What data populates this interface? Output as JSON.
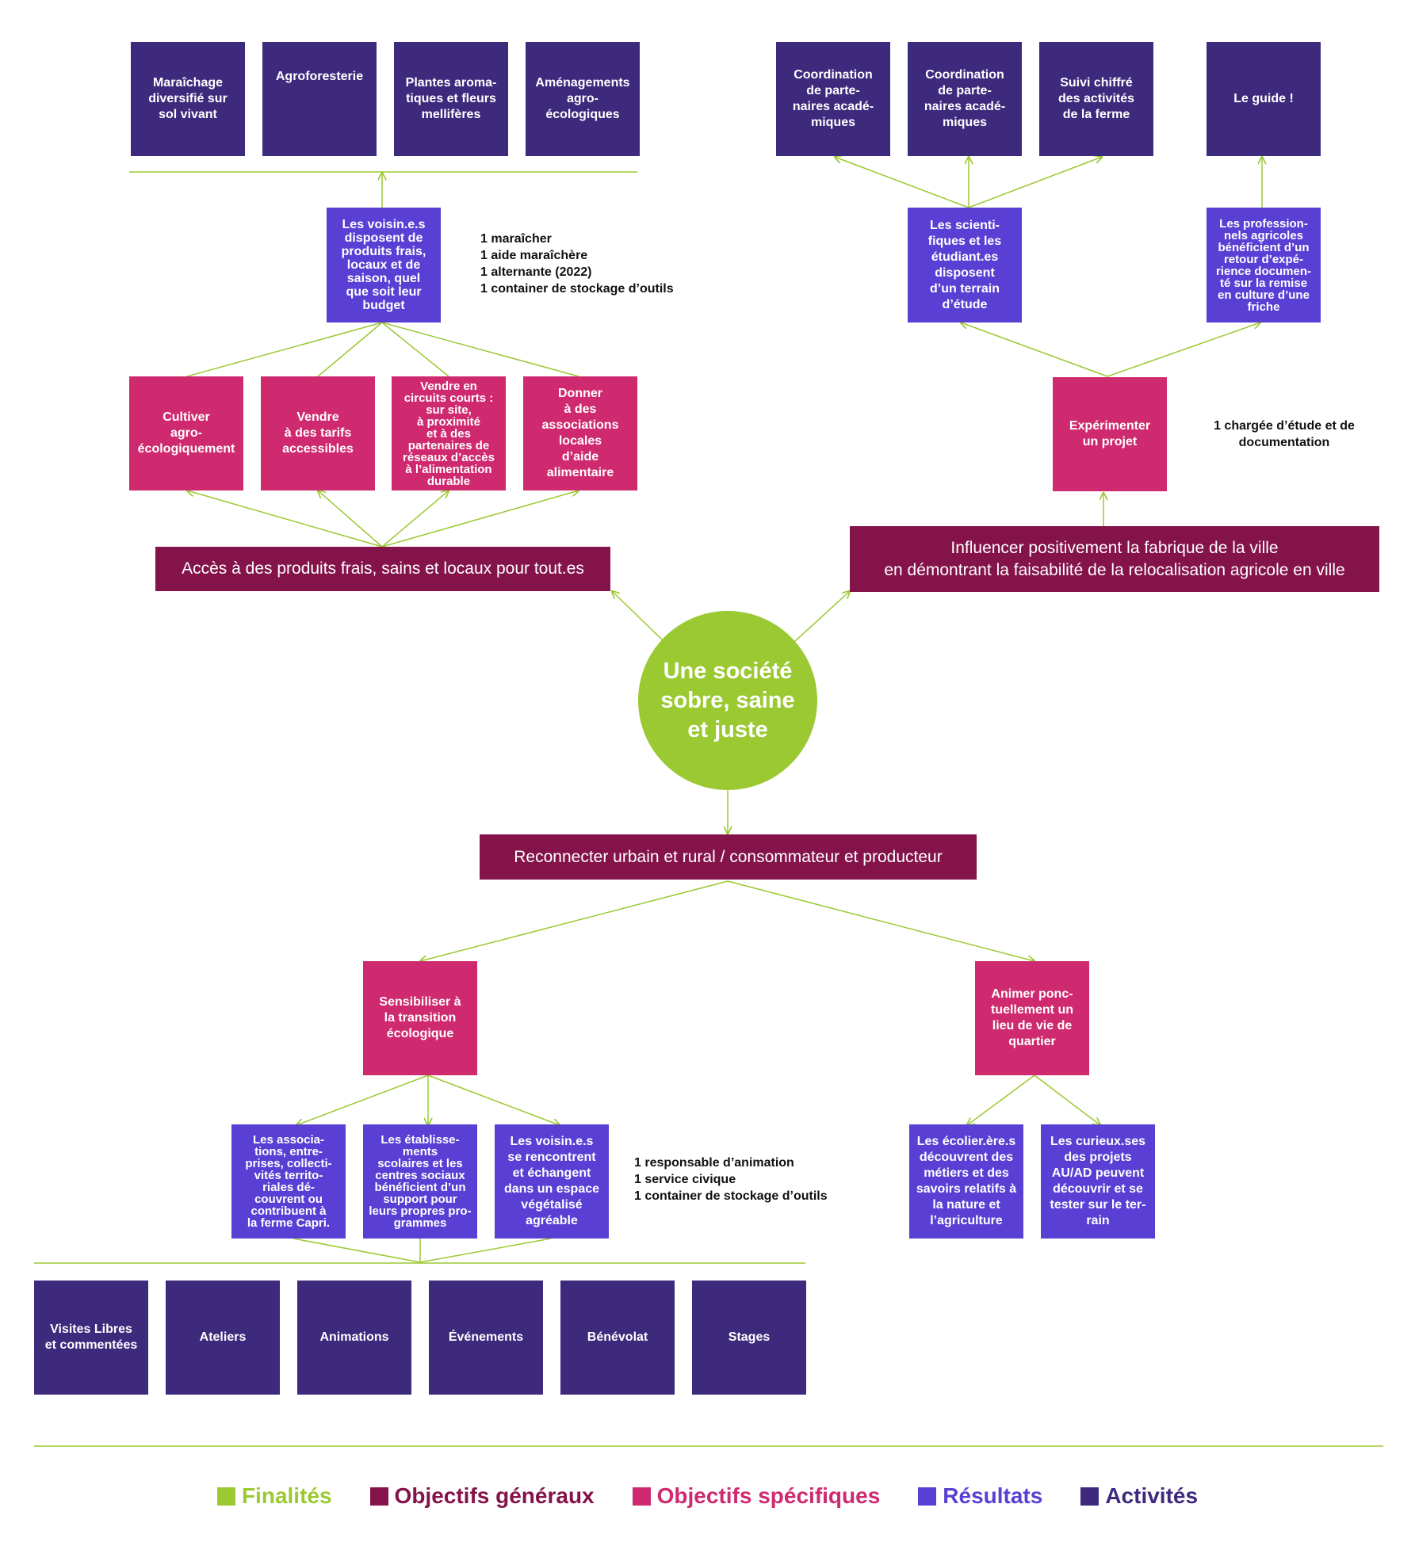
{
  "finality": {
    "label": "Une société\nsobre, saine\net juste"
  },
  "general_objectives": {
    "acces": "Accès à des produits frais, sains et locaux pour tout.es",
    "influencer": "Influencer positivement la fabrique de la ville\nen démontrant la faisabilité de la relocalisation agricole en ville",
    "reconnecter": "Reconnecter urbain et rural / consommateur et producteur"
  },
  "specific_objectives": {
    "cultiver": "Cultiver\nagro-\nécologiquement",
    "vendre_tarifs": "Vendre\nà des tarifs\naccessibles",
    "vendre_circuits": "Vendre en\ncircuits courts :\nsur site,\nà proximité\net à des\npartenaires de\nréseaux d’accès\nà l’alimentation\ndurable",
    "donner": "Donner\nà des\nassociations\nlocales\nd’aide\nalimentaire",
    "experimenter": "Expérimenter\nun projet",
    "sensibiliser": "Sensibiliser à\nla transition\nécologique",
    "animer": "Animer ponc-\ntuellement un\nlieu de vie de\nquartier"
  },
  "results": {
    "voisins_produits": "Les voisin.e.s\ndisposent de\nproduits frais,\nlocaux et de\nsaison, quel\nque soit leur\nbudget",
    "scientifiques": "Les scienti-\nfiques et les\nétudiant.es\ndisposent\nd’un terrain\nd’étude",
    "professionnels": "Les profession-\nnels agricoles\nbénéficient d’un\nretour d’expé-\nrience documen-\nté sur la remise\nen culture d’une\nfriche",
    "associations": "Les associa-\ntions, entre-\nprises, collecti-\nvités territo-\nriales dé-\ncouvrent ou\ncontribuent à\nla ferme Capri.",
    "etablissements": "Les établisse-\nments\nscolaires et les\ncentres sociaux\nbénéficient d’un\nsupport pour\nleurs propres pro-\ngrammes",
    "voisins_echangent": "Les voisin.e.s\nse rencontrent\net échangent\ndans un espace\nvégétalisé\nagréable",
    "ecoliers": "Les écolier.ère.s\ndécouvrent des\nmétiers et des\nsavoirs relatifs à\nla nature et\nl’agriculture",
    "curieux": "Les curieux.ses\ndes projets\nAU/AD peuvent\ndécouvrir et se\ntester sur le ter-\nrain"
  },
  "activities": {
    "top_left": [
      "Maraîchage\ndiversifié sur\nsol vivant",
      "Agroforesterie",
      "Plantes aroma-\ntiques et fleurs\nmellifères",
      "Aménagements\nagro-\nécologiques"
    ],
    "top_right": [
      "Coordination\nde parte-\nnaires acadé-\nmiques",
      "Coordination\nde parte-\nnaires acadé-\nmiques",
      "Suivi chiffré\ndes activités\nde la ferme",
      "Le guide !"
    ],
    "bottom": [
      "Visites Libres\net commentées",
      "Ateliers",
      "Animations",
      "Événements",
      "Bénévolat",
      "Stages"
    ]
  },
  "notes": {
    "maraichage_resources": "1 maraîcher\n1 aide maraîchère\n1 alternante (2022)\n1 container de stockage d’outils",
    "etude_resources": "1 chargée d’étude et de\ndocumentation",
    "animation_resources": "1 responsable d’animation\n1 service civique\n1 container de stockage d’outils"
  },
  "legend": [
    {
      "label": "Finalités",
      "color": "#9bc932"
    },
    {
      "label": "Objectifs généraux",
      "color": "#84134a"
    },
    {
      "label": "Objectifs spécifiques",
      "color": "#cf2a6f"
    },
    {
      "label": "Résultats",
      "color": "#5a3fd4"
    },
    {
      "label": "Activités",
      "color": "#3d2a7d"
    }
  ],
  "colors": {
    "connector": "#9bc932",
    "finality": "#9bc932",
    "general": "#84134a",
    "specific": "#cf2a6f",
    "result": "#5a3fd4",
    "activity": "#3d2a7d"
  }
}
